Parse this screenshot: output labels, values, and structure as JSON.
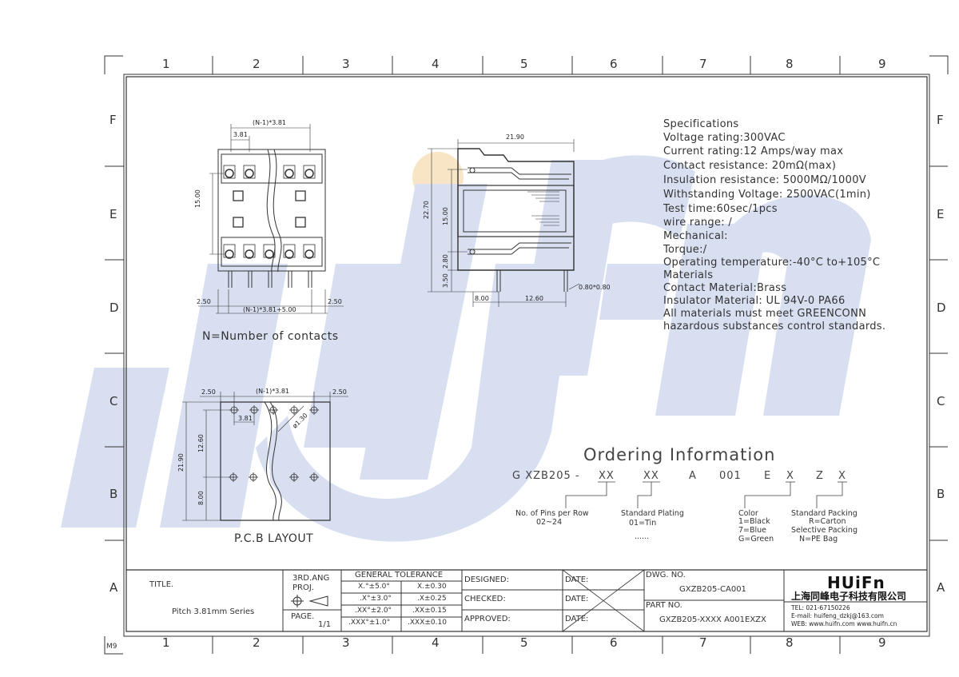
{
  "watermark": {
    "text": "HUIFn"
  },
  "border": {
    "columns": [
      "1",
      "2",
      "3",
      "4",
      "5",
      "6",
      "7",
      "8",
      "9"
    ],
    "rows": [
      "F",
      "E",
      "D",
      "C",
      "B",
      "A"
    ],
    "corner_mark": "M9"
  },
  "specifications": {
    "lines": [
      "Specifications",
      "Voltage rating:300VAC",
      "Current rating:12 Amps/way max",
      "Contact resistance: 20mΩ(max)",
      "Insulation resistance: 5000MΩ/1000V",
      "Withstanding Voltage: 2500VAC(1min)",
      "Test time:60sec/1pcs",
      "wire range: /",
      "Mechanical:",
      "Torque:/",
      "Operating temperature:-40°C to+105°C",
      "Materials",
      "Contact Material:Brass",
      "Insulator Material: UL 94V-0 PA66",
      "All materials must meet GREENCONN",
      "hazardous substances control standards."
    ]
  },
  "front_view": {
    "dims": {
      "pitch_top": "(N-1)*3.81",
      "pitch": "3.81",
      "height": "15.00",
      "left": "2.50",
      "right": "2.50",
      "overall": "(N-1)*3.81+5.00"
    },
    "caption": "N=Number of contacts"
  },
  "side_view": {
    "dims": {
      "width": "21.90",
      "overall_height": "22.70",
      "body_height": "15.00",
      "d280": "2.80",
      "d350": "3.50",
      "pin": "0.80*0.80",
      "d800": "8.00",
      "d1260": "12.60"
    }
  },
  "pcb_layout": {
    "dims": {
      "left": "2.50",
      "pitch_top": "(N-1)*3.81",
      "right": "2.50",
      "pitch": "3.81",
      "hole": "ø1.30",
      "total": "21.90",
      "d1260": "12.60",
      "d800": "8.00"
    },
    "caption": "P.C.B LAYOUT"
  },
  "ordering": {
    "title": "Ordering Information",
    "code_parts": [
      "G XZB205 -",
      "XX",
      "XX",
      "A",
      "001",
      "E",
      "X",
      "Z",
      "X"
    ],
    "notes": {
      "pins": [
        "No. of Pins per Row",
        "02~24"
      ],
      "plating": [
        "Standard Plating",
        "01=Tin",
        "......"
      ],
      "color": [
        "Color",
        "1=Black",
        "7=Blue",
        "G=Green"
      ],
      "packing": [
        "Standard Packing",
        "R=Carton",
        "Selective Packing",
        "N=PE Bag"
      ]
    }
  },
  "title_block": {
    "title_label": "TITLE.",
    "title_value": "Pitch 3.81mm Series",
    "angle_label": "3RD.ANG",
    "proj_label": "PROJ.",
    "page_label": "PAGE.",
    "page_value": "1/1",
    "tolerance_header": "GENERAL TOLERANCE",
    "tolerance": [
      [
        "X.°±5.0°",
        "X.±0.30"
      ],
      [
        ".X°±3.0°",
        ".X±0.25"
      ],
      [
        ".XX°±2.0°",
        ".XX±0.15"
      ],
      [
        ".XXX°±1.0°",
        ".XXX±0.10"
      ]
    ],
    "designed": "DESIGNED:",
    "checked": "CHECKED:",
    "approved": "APPROVED:",
    "date": "DATE:",
    "dwg_label": "DWG. NO.",
    "dwg_value": "GXZB205-CA001",
    "part_label": "PART NO.",
    "part_value": "GXZB205-XXXX A001EXZX",
    "company_logo": "HUiFn",
    "company_cn": "上海同峰电子科技有限公司",
    "tel": "TEL: 021-67150226",
    "email": "E-mail: huifeng_dzkj@163.com",
    "web": "WEB: www.huifn.com   www.huifn.cn"
  },
  "colors": {
    "line": "#333333",
    "watermark_blue": "#c9d3ec",
    "watermark_orange": "#f8e3bf"
  }
}
